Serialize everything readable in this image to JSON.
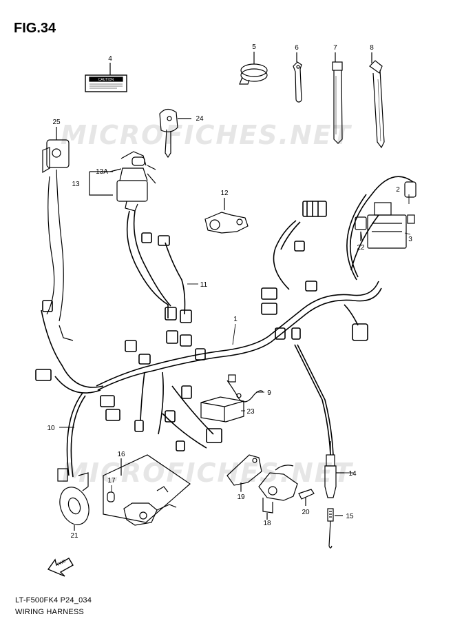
{
  "figure": {
    "title": "FIG.34",
    "model_code": "LT-F500FK4 P24_034",
    "caption": "WIRING HARNESS",
    "watermark": "MICROFICHES.NET",
    "caution_label": "CAUTION",
    "fwd_label": "FWD"
  },
  "callouts": [
    "1",
    "2",
    "3",
    "4",
    "5",
    "6",
    "7",
    "8",
    "9",
    "10",
    "11",
    "12",
    "13",
    "13A",
    "14",
    "15",
    "16",
    "17",
    "18",
    "19",
    "20",
    "21",
    "22",
    "23",
    "24",
    "25"
  ]
}
